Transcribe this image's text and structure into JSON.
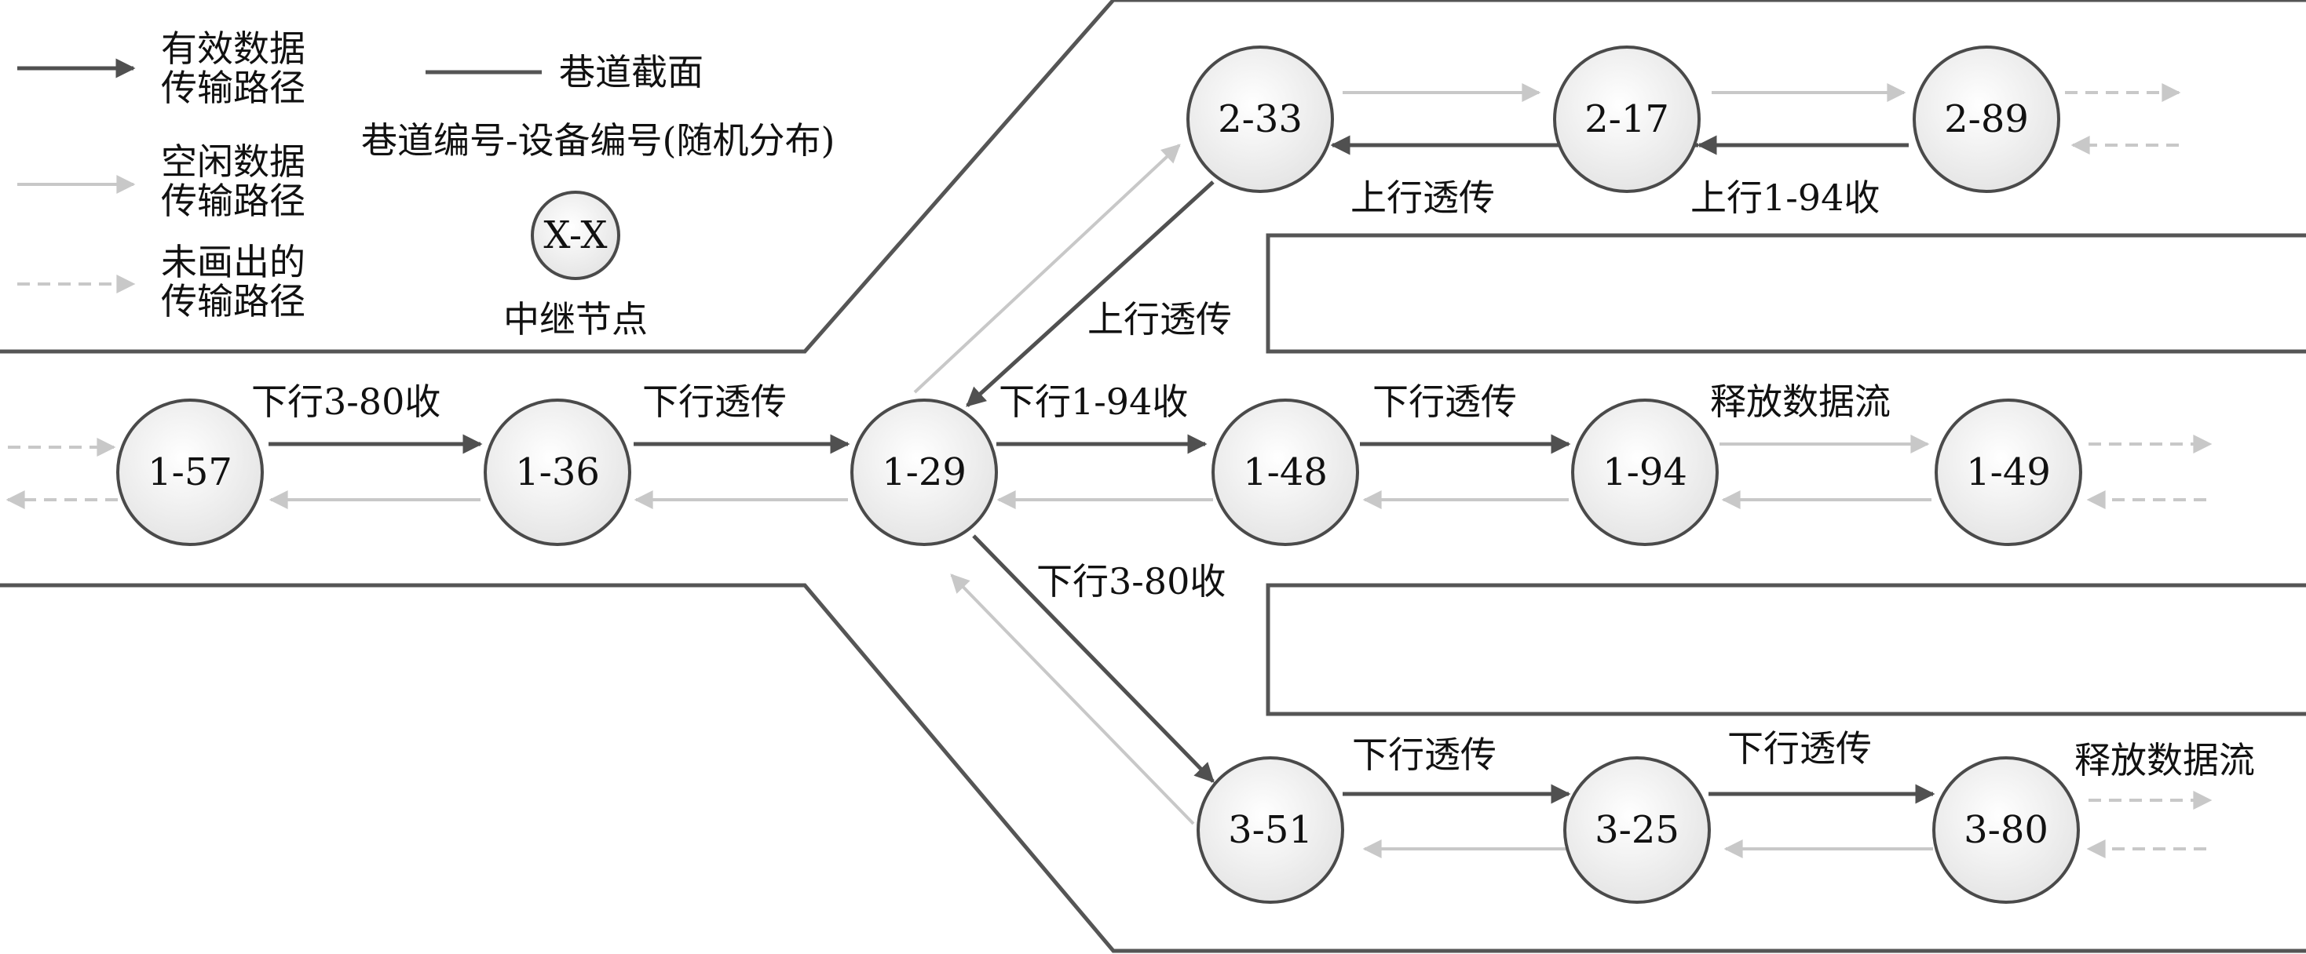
{
  "legend": {
    "effective": "有效数据\n传输路径",
    "idle": "空闲数据\n传输路径",
    "undrawn": "未画出的\n传输路径",
    "tunnel": "巷道截面",
    "node_desc": "巷道编号-设备编号(随机分布)",
    "node_example": "X-X",
    "relay": "中继节点"
  },
  "nodes": {
    "n1_57": "1-57",
    "n1_36": "1-36",
    "n1_29": "1-29",
    "n1_48": "1-48",
    "n1_94": "1-94",
    "n1_49": "1-49",
    "n2_33": "2-33",
    "n2_17": "2-17",
    "n2_89": "2-89",
    "n3_51": "3-51",
    "n3_25": "3-25",
    "n3_80": "3-80"
  },
  "labels": {
    "l_157_136": "下行3-80收",
    "l_136_129": "下行透传",
    "l_129_148": "下行1-94收",
    "l_148_194": "下行透传",
    "l_194_149": "释放数据流",
    "l_233_up": "上行透传",
    "l_217_233": "上行透传",
    "l_289_217": "上行1-94收",
    "l_129_351": "下行3-80收",
    "l_351_325": "下行透传",
    "l_325_380": "下行透传",
    "l_380_out": "释放数据流"
  },
  "colors": {
    "effective": "#505050",
    "idle": "#c8c8c8",
    "wall": "#555555",
    "node_fill_top": "#ffffff",
    "node_fill_bottom": "#e6e6e6"
  }
}
